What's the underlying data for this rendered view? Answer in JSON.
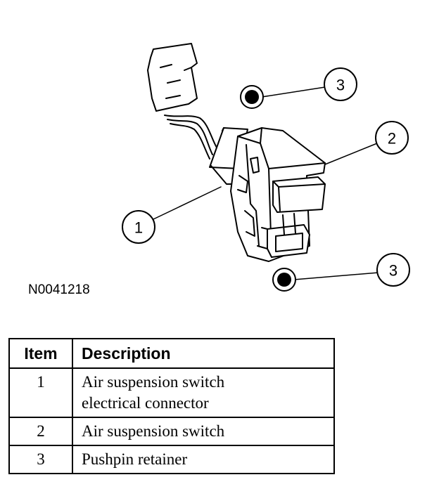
{
  "figure_code": "N0041218",
  "callouts": [
    "1",
    "2",
    "3",
    "3"
  ],
  "table": {
    "headers": [
      "Item",
      "Description"
    ],
    "rows": [
      {
        "item": "1",
        "description": "Air suspension switch\nelectrical connector"
      },
      {
        "item": "2",
        "description": "Air suspension switch"
      },
      {
        "item": "3",
        "description": "Pushpin retainer"
      }
    ]
  }
}
